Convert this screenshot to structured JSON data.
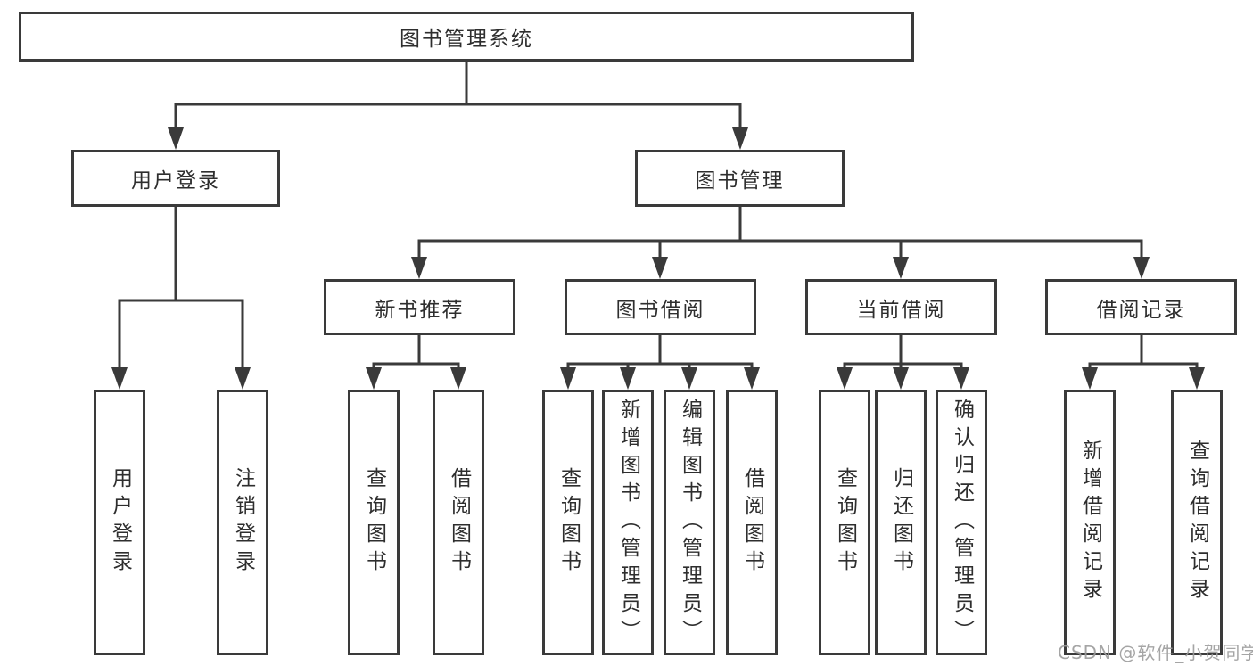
{
  "diagram_title": "图书管理系统",
  "nodes": {
    "root": {
      "label": "图书管理系统"
    },
    "level2": [
      {
        "label": "用户登录"
      },
      {
        "label": "图书管理"
      }
    ],
    "level3": [
      {
        "label": "新书推荐"
      },
      {
        "label": "图书借阅"
      },
      {
        "label": "当前借阅"
      },
      {
        "label": "借阅记录"
      }
    ],
    "leaves": [
      {
        "label": "用户登录"
      },
      {
        "label": "注销登录"
      },
      {
        "label": "查询图书"
      },
      {
        "label": "借阅图书"
      },
      {
        "label": "查询图书"
      },
      {
        "label": "新增图书（管理员）"
      },
      {
        "label": "编辑图书（管理员）"
      },
      {
        "label": "借阅图书"
      },
      {
        "label": "查询图书"
      },
      {
        "label": "归还图书"
      },
      {
        "label": "确认归还（管理员）"
      },
      {
        "label": "新增借阅记录"
      },
      {
        "label": "查询借阅记录"
      }
    ]
  },
  "hierarchy": [
    {
      "parent": "图书管理系统",
      "children": [
        "用户登录",
        "图书管理"
      ]
    },
    {
      "parent": "用户登录",
      "children": [
        "用户登录",
        "注销登录"
      ]
    },
    {
      "parent": "图书管理",
      "children": [
        "新书推荐",
        "图书借阅",
        "当前借阅",
        "借阅记录"
      ]
    },
    {
      "parent": "新书推荐",
      "children": [
        "查询图书",
        "借阅图书"
      ]
    },
    {
      "parent": "图书借阅",
      "children": [
        "查询图书",
        "新增图书（管理员）",
        "编辑图书（管理员）",
        "借阅图书"
      ]
    },
    {
      "parent": "当前借阅",
      "children": [
        "查询图书",
        "归还图书",
        "确认归还（管理员）"
      ]
    },
    {
      "parent": "借阅记录",
      "children": [
        "新增借阅记录",
        "查询借阅记录"
      ]
    }
  ],
  "watermark": "CSDN @软件_小贺同学",
  "colors": {
    "line": "#3a3a3a",
    "text": "#2e2e2e",
    "watermark": "#9c9c9c",
    "background": "#ffffff"
  }
}
